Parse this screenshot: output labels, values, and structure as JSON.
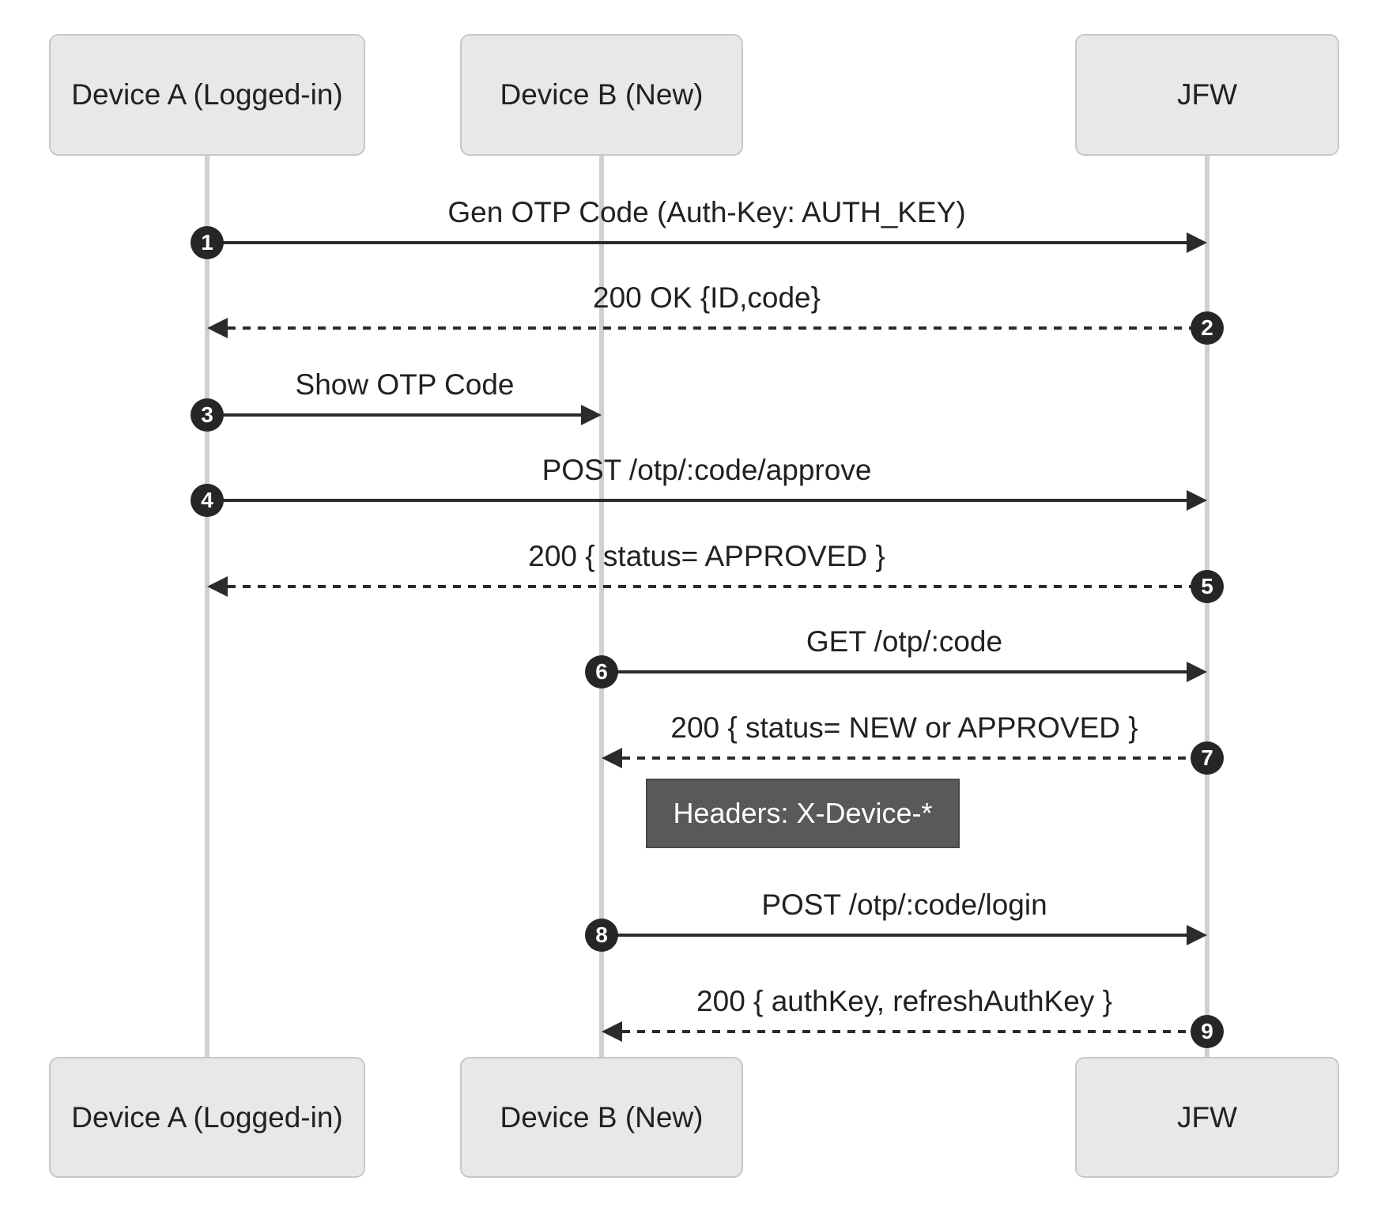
{
  "participants": [
    {
      "label": "Device A (Logged-in)"
    },
    {
      "label": "Device B (New)"
    },
    {
      "label": "JFW"
    }
  ],
  "messages": [
    {
      "seq": "1",
      "from": "Device A (Logged-in)",
      "to": "JFW",
      "line": "solid",
      "label": "Gen OTP Code (Auth-Key: AUTH_KEY)"
    },
    {
      "seq": "2",
      "from": "JFW",
      "to": "Device A (Logged-in)",
      "line": "dashed",
      "label": "200 OK {ID,code}"
    },
    {
      "seq": "3",
      "from": "Device A (Logged-in)",
      "to": "Device B (New)",
      "line": "solid",
      "label": "Show OTP Code"
    },
    {
      "seq": "4",
      "from": "Device A (Logged-in)",
      "to": "JFW",
      "line": "solid",
      "label": "POST /otp/:code/approve"
    },
    {
      "seq": "5",
      "from": "JFW",
      "to": "Device A (Logged-in)",
      "line": "dashed",
      "label": "200 { status= APPROVED }"
    },
    {
      "seq": "6",
      "from": "Device B (New)",
      "to": "JFW",
      "line": "solid",
      "label": "GET /otp/:code"
    },
    {
      "seq": "7",
      "from": "JFW",
      "to": "Device B (New)",
      "line": "dashed",
      "label": "200 { status= NEW or APPROVED }"
    },
    {
      "seq": "8",
      "from": "Device B (New)",
      "to": "JFW",
      "line": "solid",
      "label": "POST /otp/:code/login"
    },
    {
      "seq": "9",
      "from": "JFW",
      "to": "Device B (New)",
      "line": "dashed",
      "label": "200 { authKey, refreshAuthKey }"
    }
  ],
  "note": {
    "label": "Headers: X-Device-*",
    "attached_to": "Device B (New)"
  },
  "colors": {
    "background": "#ffffff",
    "participant_fill": "#e8e8e8",
    "participant_border": "#c8c8c8",
    "lifeline": "#d0d0d0",
    "arrow": "#2b2b2b",
    "badge_fill": "#262626",
    "badge_text": "#ffffff",
    "note_fill": "#595959",
    "note_border": "#474747",
    "note_text": "#ffffff",
    "text": "#212121"
  }
}
